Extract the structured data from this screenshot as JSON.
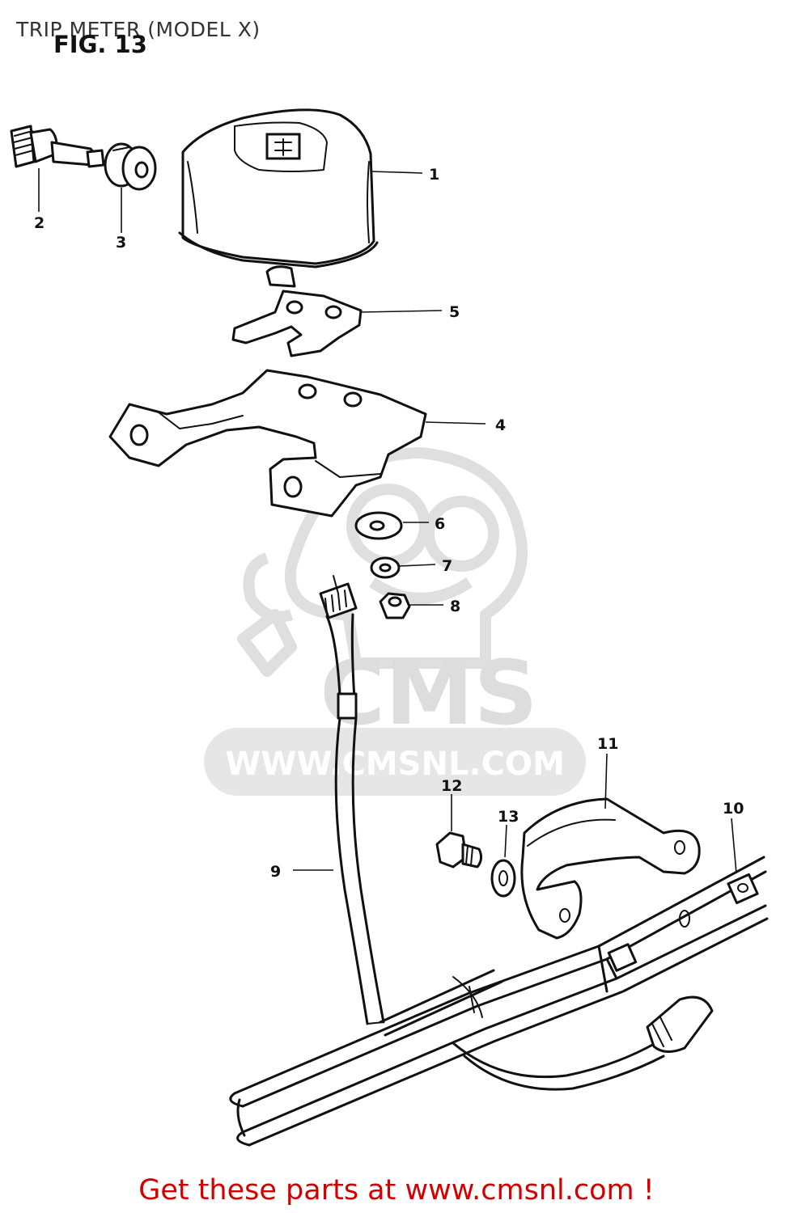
{
  "title": "TRIP METER (MODEL X)",
  "figure_label": "FIG. 13",
  "watermark": {
    "brand": "CMS",
    "url": "WWW.CMSNL.COM",
    "color": "#d9d9d9"
  },
  "callouts": [
    {
      "id": "1",
      "label": "1"
    },
    {
      "id": "2",
      "label": "2"
    },
    {
      "id": "3",
      "label": "3"
    },
    {
      "id": "4",
      "label": "4"
    },
    {
      "id": "5",
      "label": "5"
    },
    {
      "id": "6",
      "label": "6"
    },
    {
      "id": "7",
      "label": "7"
    },
    {
      "id": "8",
      "label": "8"
    },
    {
      "id": "9",
      "label": "9"
    },
    {
      "id": "10",
      "label": "10"
    },
    {
      "id": "11",
      "label": "11"
    },
    {
      "id": "12",
      "label": "12"
    },
    {
      "id": "13",
      "label": "13"
    }
  ],
  "footer": {
    "text": "Get these parts at www.cmsnl.com !",
    "color": "#d40000"
  }
}
